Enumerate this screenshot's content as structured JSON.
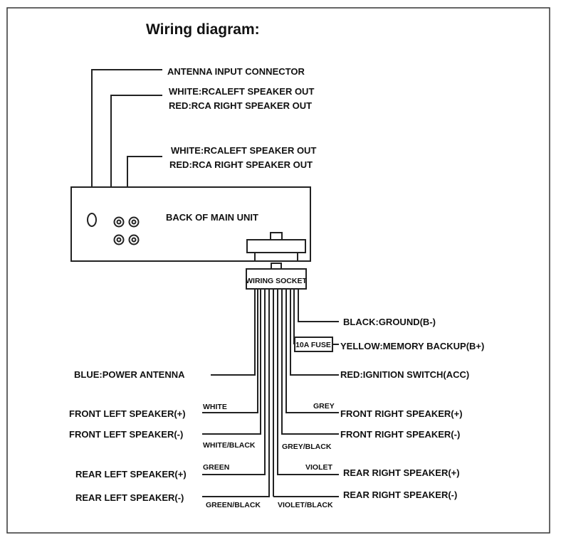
{
  "title": "Wiring diagram:",
  "top_labels": {
    "antenna": "ANTENNA INPUT CONNECTOR",
    "rca1_white": "WHITE:RCALEFT SPEAKER OUT",
    "rca1_red": "RED:RCA RIGHT SPEAKER OUT",
    "rca2_white": "WHITE:RCALEFT SPEAKER OUT",
    "rca2_red": "RED:RCA RIGHT SPEAKER OUT"
  },
  "unit": {
    "back_label": "BACK OF MAIN UNIT",
    "socket_label": "WIRING SOCKET"
  },
  "right_wires": {
    "ground": "BLACK:GROUND(B-)",
    "fuse": "10A FUSE",
    "memory": "YELLOW:MEMORY BACKUP(B+)",
    "ignition": "RED:IGNITION SWITCH(ACC)",
    "front_right_pos": "FRONT RIGHT SPEAKER(+)",
    "front_right_neg": "FRONT RIGHT SPEAKER(-)",
    "rear_right_pos": "REAR RIGHT SPEAKER(+)",
    "rear_right_neg": "REAR RIGHT SPEAKER(-)",
    "grey": "GREY",
    "grey_black": "GREY/BLACK",
    "violet": "VIOLET",
    "violet_black": "VIOLET/BLACK"
  },
  "left_wires": {
    "power_antenna": "BLUE:POWER ANTENNA",
    "front_left_pos": "FRONT LEFT SPEAKER(+)",
    "front_left_neg": "FRONT LEFT SPEAKER(-)",
    "rear_left_pos": "REAR LEFT SPEAKER(+)",
    "rear_left_neg": "REAR LEFT SPEAKER(-)",
    "white": "WHITE",
    "white_black": "WHITE/BLACK",
    "green": "GREEN",
    "green_black": "GREEN/BLACK"
  }
}
